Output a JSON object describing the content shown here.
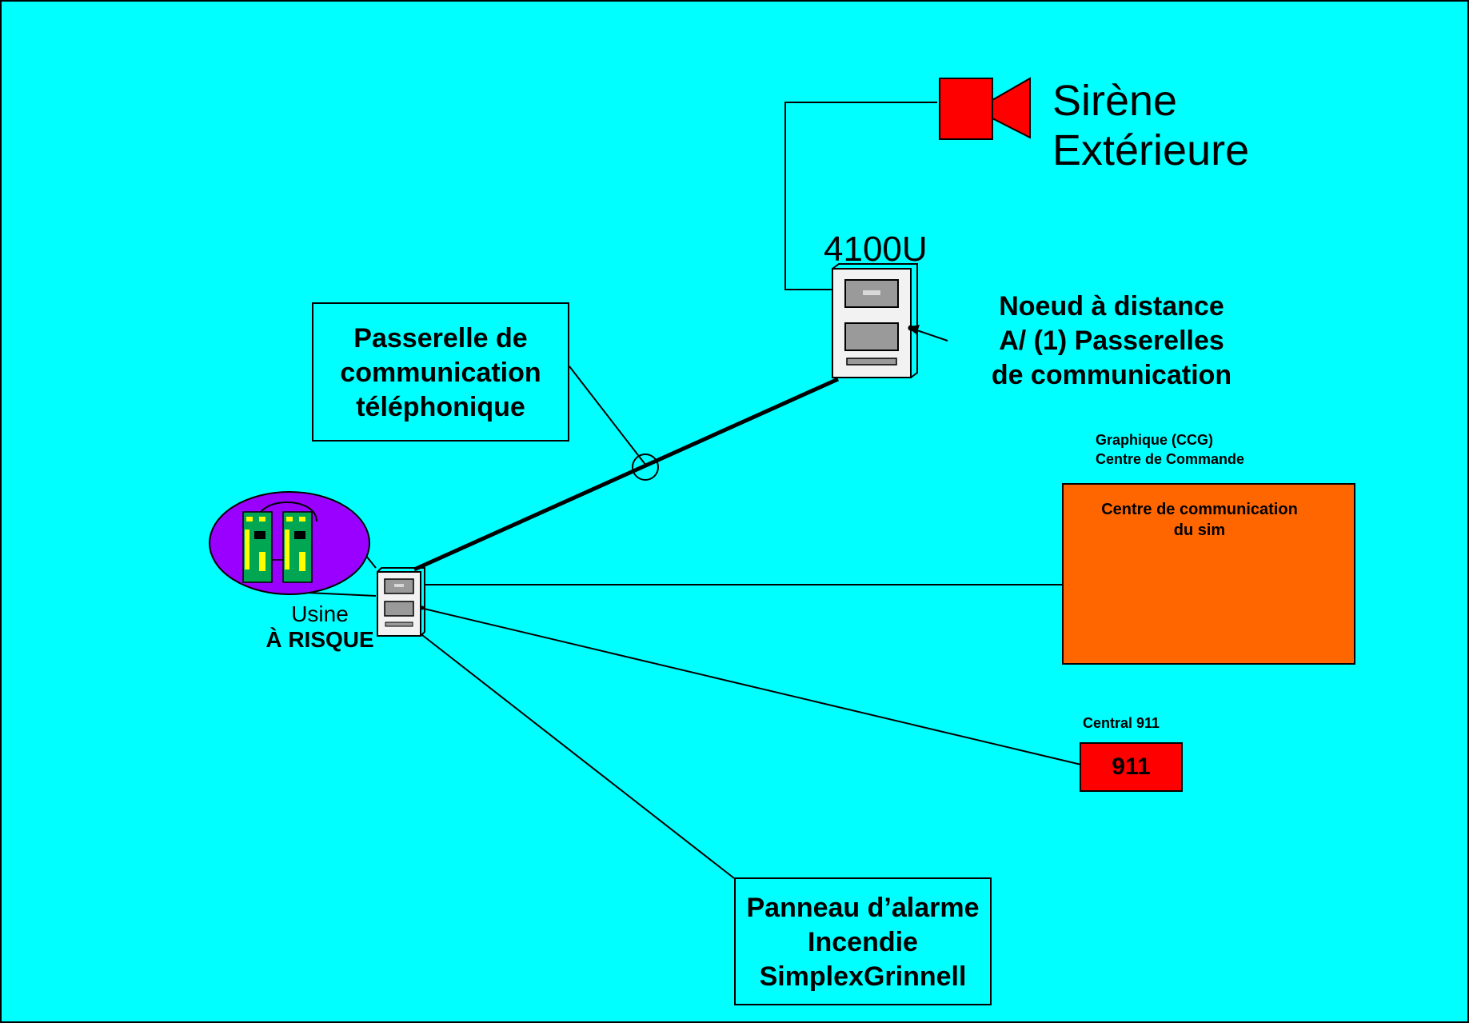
{
  "colors": {
    "background": "#00ffff",
    "siren": "#ff0000",
    "ccg_panel": "#ff6600",
    "emergency_box": "#ff0000",
    "oval": "#9900ff"
  },
  "siren": {
    "line1": "Sirène",
    "line2": "Extérieure"
  },
  "remote_node": {
    "model": "4100U",
    "desc_line1": "Noeud à distance",
    "desc_line2": "A/ (1) Passerelles",
    "desc_line3": "de communication"
  },
  "gateway": {
    "line1": "Passerelle de",
    "line2": "communication",
    "line3": "téléphonique"
  },
  "plant": {
    "line1": "Usine",
    "line2": "À RISQUE"
  },
  "ccg": {
    "caption_line1": "Graphique (CCG)",
    "caption_line2": "Centre de Commande",
    "panel_line1": "Centre de communication",
    "panel_line2": "du sim"
  },
  "emergency": {
    "caption": "Central 911",
    "box_label": "911"
  },
  "fire_panel": {
    "line1": "Panneau d’alarme",
    "line2": "Incendie",
    "line3": "SimplexGrinnell"
  }
}
